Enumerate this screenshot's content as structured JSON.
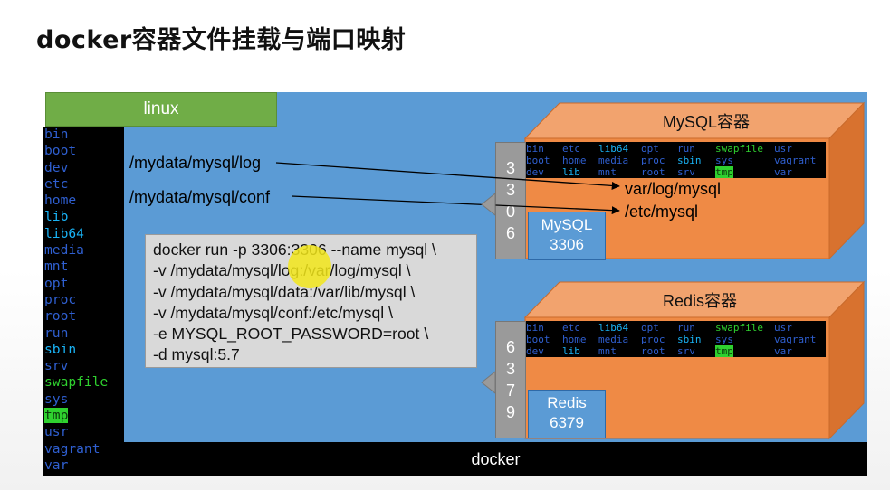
{
  "title": "docker容器文件挂载与端口映射",
  "linux_label": "linux",
  "docker_label": "docker",
  "host_dirs": [
    {
      "name": "bin",
      "style": "blue"
    },
    {
      "name": "boot",
      "style": "blue"
    },
    {
      "name": "dev",
      "style": "blue"
    },
    {
      "name": "etc",
      "style": "blue"
    },
    {
      "name": "home",
      "style": "blue"
    },
    {
      "name": "lib",
      "style": "cyan"
    },
    {
      "name": "lib64",
      "style": "cyan"
    },
    {
      "name": "media",
      "style": "blue"
    },
    {
      "name": "mnt",
      "style": "blue"
    },
    {
      "name": "opt",
      "style": "blue"
    },
    {
      "name": "proc",
      "style": "blue"
    },
    {
      "name": "root",
      "style": "blue"
    },
    {
      "name": "run",
      "style": "blue"
    },
    {
      "name": "sbin",
      "style": "cyan"
    },
    {
      "name": "srv",
      "style": "blue"
    },
    {
      "name": "swapfile",
      "style": "green"
    },
    {
      "name": "sys",
      "style": "blue"
    },
    {
      "name": "tmp",
      "style": "hl"
    },
    {
      "name": "usr",
      "style": "blue"
    },
    {
      "name": "vagrant",
      "style": "blue"
    },
    {
      "name": "var",
      "style": "blue"
    }
  ],
  "host_paths": {
    "log": "/mydata/mysql/log",
    "conf": "/mydata/mysql/conf"
  },
  "command_lines": [
    "docker run -p 3306:3306 --name mysql \\",
    "-v /mydata/mysql/log:/var/log/mysql \\",
    "-v /mydata/mysql/data:/var/lib/mysql \\",
    "-v /mydata/mysql/conf:/etc/mysql \\",
    "-e MYSQL_ROOT_PASSWORD=root \\",
    "-d mysql:5.7"
  ],
  "mysql": {
    "container_label": "MySQL容器",
    "port_digits": [
      "3",
      "3",
      "0",
      "6"
    ],
    "service_name": "MySQL",
    "service_port": "3306",
    "mount_log": "var/log/mysql",
    "mount_conf": "/etc/mysql"
  },
  "redis": {
    "container_label": "Redis容器",
    "port_digits": [
      "6",
      "3",
      "7",
      "9"
    ],
    "service_name": "Redis",
    "service_port": "6379"
  },
  "container_dirs": [
    [
      {
        "name": "bin",
        "style": "blue"
      },
      {
        "name": "etc",
        "style": "blue"
      },
      {
        "name": "lib64",
        "style": "cyan"
      },
      {
        "name": "opt",
        "style": "blue"
      },
      {
        "name": "run",
        "style": "blue"
      },
      {
        "name": "swapfile",
        "style": "green"
      },
      {
        "name": "usr",
        "style": "blue"
      }
    ],
    [
      {
        "name": "boot",
        "style": "blue"
      },
      {
        "name": "home",
        "style": "blue"
      },
      {
        "name": "media",
        "style": "blue"
      },
      {
        "name": "proc",
        "style": "blue"
      },
      {
        "name": "sbin",
        "style": "cyan"
      },
      {
        "name": "sys",
        "style": "blue"
      },
      {
        "name": "vagrant",
        "style": "blue"
      }
    ],
    [
      {
        "name": "dev",
        "style": "blue"
      },
      {
        "name": "lib",
        "style": "cyan"
      },
      {
        "name": "mnt",
        "style": "blue"
      },
      {
        "name": "root",
        "style": "blue"
      },
      {
        "name": "srv",
        "style": "blue"
      },
      {
        "name": "tmp",
        "style": "hl"
      },
      {
        "name": "var",
        "style": "blue"
      }
    ]
  ],
  "colors": {
    "canvas_blue": "#5b9bd5",
    "linux_green": "#70ad47",
    "container_orange": "#ef8a45",
    "port_gray": "#9a9a9a",
    "terminal_black": "#000000"
  }
}
